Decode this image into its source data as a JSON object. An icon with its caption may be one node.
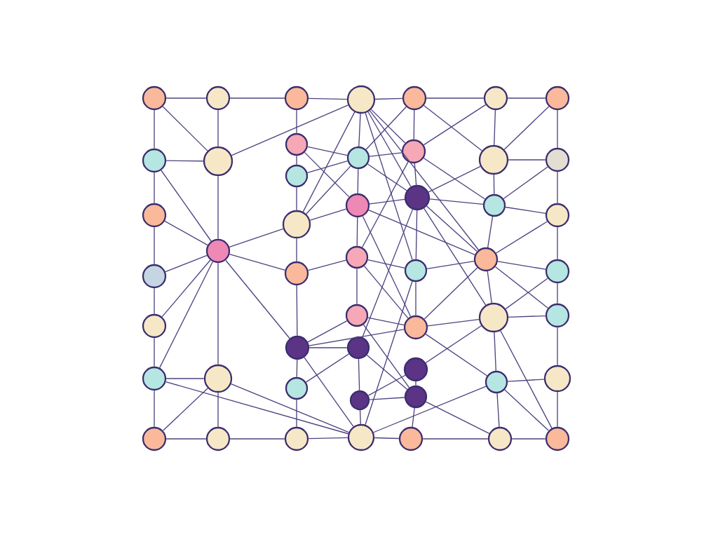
{
  "diagram": {
    "nodes": [
      {
        "text": [],
        "shape": "circle"
      },
      {
        "text": [],
        "shape": "circle"
      },
      {
        "text": [],
        "shape": "circle"
      },
      {
        "text": [],
        "shape": "circle"
      },
      {
        "text": [],
        "shape": "circle"
      },
      {
        "text": [],
        "shape": "circle"
      },
      {
        "text": [],
        "shape": "circle"
      },
      {
        "text": [],
        "shape": "circle"
      },
      {
        "text": [],
        "shape": "circle"
      },
      {
        "text": [],
        "shape": "circle"
      },
      {
        "text": [],
        "shape": "circle"
      },
      {
        "text": [],
        "shape": "circle"
      },
      {
        "text": [],
        "shape": "circle"
      },
      {
        "text": [],
        "shape": "circle"
      },
      {
        "text": [],
        "shape": "circle"
      },
      {
        "text": [],
        "shape": "circle"
      },
      {
        "text": [],
        "shape": "circle"
      },
      {
        "text": [],
        "shape": "circle"
      },
      {
        "text": [],
        "shape": "circle"
      },
      {
        "text": [],
        "shape": "circle"
      },
      {
        "text": [],
        "shape": "circle"
      },
      {
        "text": [],
        "shape": "circle"
      },
      {
        "text": [],
        "shape": "circle"
      },
      {
        "text": [],
        "shape": "circle"
      },
      {
        "text": [],
        "shape": "circle"
      },
      {
        "text": [],
        "shape": "circle"
      },
      {
        "text": [],
        "shape": "circle"
      },
      {
        "text": [],
        "shape": "circle"
      },
      {
        "text": [],
        "shape": "circle"
      },
      {
        "text": [],
        "shape": "circle"
      },
      {
        "text": [],
        "shape": "circle"
      },
      {
        "text": [],
        "shape": "circle"
      },
      {
        "text": [],
        "shape": "circle"
      },
      {
        "text": [],
        "shape": "circle"
      },
      {
        "text": [],
        "shape": "circle"
      },
      {
        "text": [],
        "shape": "circle"
      },
      {
        "text": [],
        "shape": "circle"
      },
      {
        "text": [],
        "shape": "circle"
      },
      {
        "text": [],
        "shape": "circle"
      },
      {
        "text": [],
        "shape": "circle"
      },
      {
        "text": [],
        "shape": "circle"
      },
      {
        "text": [],
        "shape": "circle"
      },
      {
        "text": [],
        "shape": "circle"
      },
      {
        "text": [],
        "shape": "circle"
      },
      {
        "text": [],
        "shape": "circle"
      },
      {
        "text": [],
        "shape": "circle"
      },
      {
        "text": [],
        "shape": "circle"
      },
      {
        "text": [],
        "shape": "circle"
      },
      {
        "text": [],
        "shape": "circle"
      },
      {
        "text": [],
        "shape": "circle"
      }
    ],
    "edges": [
      {
        "from": 0,
        "to": 1,
        "arrow": "none"
      },
      {
        "from": 1,
        "to": 2,
        "arrow": "none"
      },
      {
        "from": 0,
        "to": 7,
        "arrow": "none"
      },
      {
        "from": 0,
        "to": 8,
        "arrow": "none"
      },
      {
        "from": 1,
        "to": 8,
        "arrow": "none"
      },
      {
        "from": 7,
        "to": 8,
        "arrow": "none"
      },
      {
        "from": 8,
        "to": 3,
        "arrow": "none"
      },
      {
        "from": 7,
        "to": 15,
        "arrow": "none"
      },
      {
        "from": 7,
        "to": 21,
        "arrow": "none"
      },
      {
        "from": 8,
        "to": 21,
        "arrow": "none"
      },
      {
        "from": 15,
        "to": 22,
        "arrow": "none"
      },
      {
        "from": 15,
        "to": 21,
        "arrow": "none"
      },
      {
        "from": 21,
        "to": 20,
        "arrow": "none"
      },
      {
        "from": 21,
        "to": 23,
        "arrow": "none"
      },
      {
        "from": 22,
        "to": 21,
        "arrow": "none"
      },
      {
        "from": 22,
        "to": 28,
        "arrow": "none"
      },
      {
        "from": 28,
        "to": 21,
        "arrow": "none"
      },
      {
        "from": 36,
        "to": 21,
        "arrow": "none"
      },
      {
        "from": 21,
        "to": 33,
        "arrow": "none"
      },
      {
        "from": 21,
        "to": 37,
        "arrow": "none"
      },
      {
        "from": 28,
        "to": 36,
        "arrow": "none"
      },
      {
        "from": 36,
        "to": 37,
        "arrow": "none"
      },
      {
        "from": 36,
        "to": 43,
        "arrow": "none"
      },
      {
        "from": 37,
        "to": 43,
        "arrow": "none"
      },
      {
        "from": 37,
        "to": 44,
        "arrow": "none"
      },
      {
        "from": 37,
        "to": 46,
        "arrow": "none"
      },
      {
        "from": 43,
        "to": 44,
        "arrow": "none"
      },
      {
        "from": 44,
        "to": 45,
        "arrow": "none"
      },
      {
        "from": 2,
        "to": 9,
        "arrow": "none"
      },
      {
        "from": 9,
        "to": 14,
        "arrow": "none"
      },
      {
        "from": 14,
        "to": 20,
        "arrow": "none"
      },
      {
        "from": 20,
        "to": 23,
        "arrow": "none"
      },
      {
        "from": 23,
        "to": 33,
        "arrow": "none"
      },
      {
        "from": 33,
        "to": 38,
        "arrow": "none"
      },
      {
        "from": 38,
        "to": 45,
        "arrow": "none"
      },
      {
        "from": 45,
        "to": 46,
        "arrow": "none"
      },
      {
        "from": 2,
        "to": 3,
        "arrow": "none"
      },
      {
        "from": 3,
        "to": 4,
        "arrow": "none"
      },
      {
        "from": 3,
        "to": 10,
        "arrow": "none"
      },
      {
        "from": 3,
        "to": 20,
        "arrow": "none"
      },
      {
        "from": 3,
        "to": 17,
        "arrow": "none"
      },
      {
        "from": 3,
        "to": 25,
        "arrow": "none"
      },
      {
        "from": 3,
        "to": 26,
        "arrow": "none"
      },
      {
        "from": 3,
        "to": 11,
        "arrow": "none"
      },
      {
        "from": 4,
        "to": 10,
        "arrow": "none"
      },
      {
        "from": 4,
        "to": 11,
        "arrow": "none"
      },
      {
        "from": 4,
        "to": 12,
        "arrow": "none"
      },
      {
        "from": 9,
        "to": 10,
        "arrow": "none"
      },
      {
        "from": 9,
        "to": 16,
        "arrow": "none"
      },
      {
        "from": 14,
        "to": 10,
        "arrow": "none"
      },
      {
        "from": 10,
        "to": 11,
        "arrow": "none"
      },
      {
        "from": 10,
        "to": 16,
        "arrow": "none"
      },
      {
        "from": 10,
        "to": 17,
        "arrow": "none"
      },
      {
        "from": 10,
        "to": 20,
        "arrow": "none"
      },
      {
        "from": 11,
        "to": 5,
        "arrow": "none"
      },
      {
        "from": 11,
        "to": 17,
        "arrow": "none"
      },
      {
        "from": 11,
        "to": 18,
        "arrow": "none"
      },
      {
        "from": 11,
        "to": 24,
        "arrow": "none"
      },
      {
        "from": 16,
        "to": 17,
        "arrow": "none"
      },
      {
        "from": 16,
        "to": 20,
        "arrow": "none"
      },
      {
        "from": 16,
        "to": 24,
        "arrow": "none"
      },
      {
        "from": 16,
        "to": 30,
        "arrow": "none"
      },
      {
        "from": 16,
        "to": 26,
        "arrow": "none"
      },
      {
        "from": 17,
        "to": 18,
        "arrow": "none"
      },
      {
        "from": 17,
        "to": 12,
        "arrow": "none"
      },
      {
        "from": 17,
        "to": 25,
        "arrow": "none"
      },
      {
        "from": 17,
        "to": 26,
        "arrow": "none"
      },
      {
        "from": 17,
        "to": 34,
        "arrow": "none"
      },
      {
        "from": 17,
        "to": 31,
        "arrow": "none"
      },
      {
        "from": 4,
        "to": 5,
        "arrow": "none"
      },
      {
        "from": 5,
        "to": 6,
        "arrow": "none"
      },
      {
        "from": 5,
        "to": 12,
        "arrow": "none"
      },
      {
        "from": 6,
        "to": 12,
        "arrow": "none"
      },
      {
        "from": 6,
        "to": 13,
        "arrow": "none"
      },
      {
        "from": 12,
        "to": 13,
        "arrow": "none"
      },
      {
        "from": 13,
        "to": 18,
        "arrow": "none"
      },
      {
        "from": 12,
        "to": 18,
        "arrow": "none"
      },
      {
        "from": 18,
        "to": 19,
        "arrow": "none"
      },
      {
        "from": 18,
        "to": 26,
        "arrow": "none"
      },
      {
        "from": 19,
        "to": 26,
        "arrow": "none"
      },
      {
        "from": 13,
        "to": 19,
        "arrow": "none"
      },
      {
        "from": 19,
        "to": 27,
        "arrow": "none"
      },
      {
        "from": 26,
        "to": 27,
        "arrow": "none"
      },
      {
        "from": 26,
        "to": 32,
        "arrow": "none"
      },
      {
        "from": 26,
        "to": 31,
        "arrow": "none"
      },
      {
        "from": 26,
        "to": 25,
        "arrow": "none"
      },
      {
        "from": 27,
        "to": 31,
        "arrow": "none"
      },
      {
        "from": 27,
        "to": 32,
        "arrow": "none"
      },
      {
        "from": 31,
        "to": 32,
        "arrow": "none"
      },
      {
        "from": 31,
        "to": 30,
        "arrow": "none"
      },
      {
        "from": 31,
        "to": 35,
        "arrow": "none"
      },
      {
        "from": 31,
        "to": 39,
        "arrow": "none"
      },
      {
        "from": 31,
        "to": 49,
        "arrow": "none"
      },
      {
        "from": 32,
        "to": 40,
        "arrow": "none"
      },
      {
        "from": 40,
        "to": 49,
        "arrow": "none"
      },
      {
        "from": 39,
        "to": 40,
        "arrow": "none"
      },
      {
        "from": 39,
        "to": 48,
        "arrow": "none"
      },
      {
        "from": 39,
        "to": 49,
        "arrow": "none"
      },
      {
        "from": 48,
        "to": 49,
        "arrow": "none"
      },
      {
        "from": 47,
        "to": 48,
        "arrow": "none"
      },
      {
        "from": 46,
        "to": 47,
        "arrow": "none"
      },
      {
        "from": 30,
        "to": 25,
        "arrow": "none"
      },
      {
        "from": 30,
        "to": 26,
        "arrow": "none"
      },
      {
        "from": 30,
        "to": 24,
        "arrow": "none"
      },
      {
        "from": 30,
        "to": 29,
        "arrow": "none"
      },
      {
        "from": 30,
        "to": 33,
        "arrow": "none"
      },
      {
        "from": 30,
        "to": 39,
        "arrow": "none"
      },
      {
        "from": 35,
        "to": 42,
        "arrow": "none"
      },
      {
        "from": 42,
        "to": 41,
        "arrow": "none"
      },
      {
        "from": 41,
        "to": 46,
        "arrow": "none"
      },
      {
        "from": 34,
        "to": 33,
        "arrow": "none"
      },
      {
        "from": 33,
        "to": 29,
        "arrow": "none"
      },
      {
        "from": 38,
        "to": 34,
        "arrow": "none"
      },
      {
        "from": 29,
        "to": 24,
        "arrow": "none"
      },
      {
        "from": 24,
        "to": 25,
        "arrow": "none"
      },
      {
        "from": 24,
        "to": 23,
        "arrow": "none"
      },
      {
        "from": 34,
        "to": 42,
        "arrow": "none"
      },
      {
        "from": 42,
        "to": 48,
        "arrow": "none"
      },
      {
        "from": 46,
        "to": 39,
        "arrow": "none"
      },
      {
        "from": 33,
        "to": 46,
        "arrow": "none"
      },
      {
        "from": 34,
        "to": 41,
        "arrow": "none"
      },
      {
        "from": 41,
        "to": 35,
        "arrow": "none"
      },
      {
        "from": 47,
        "to": 42,
        "arrow": "none"
      },
      {
        "from": 25,
        "to": 46,
        "arrow": "none"
      },
      {
        "from": 29,
        "to": 42,
        "arrow": "none"
      },
      {
        "from": 36,
        "to": 46,
        "arrow": "none"
      }
    ]
  }
}
